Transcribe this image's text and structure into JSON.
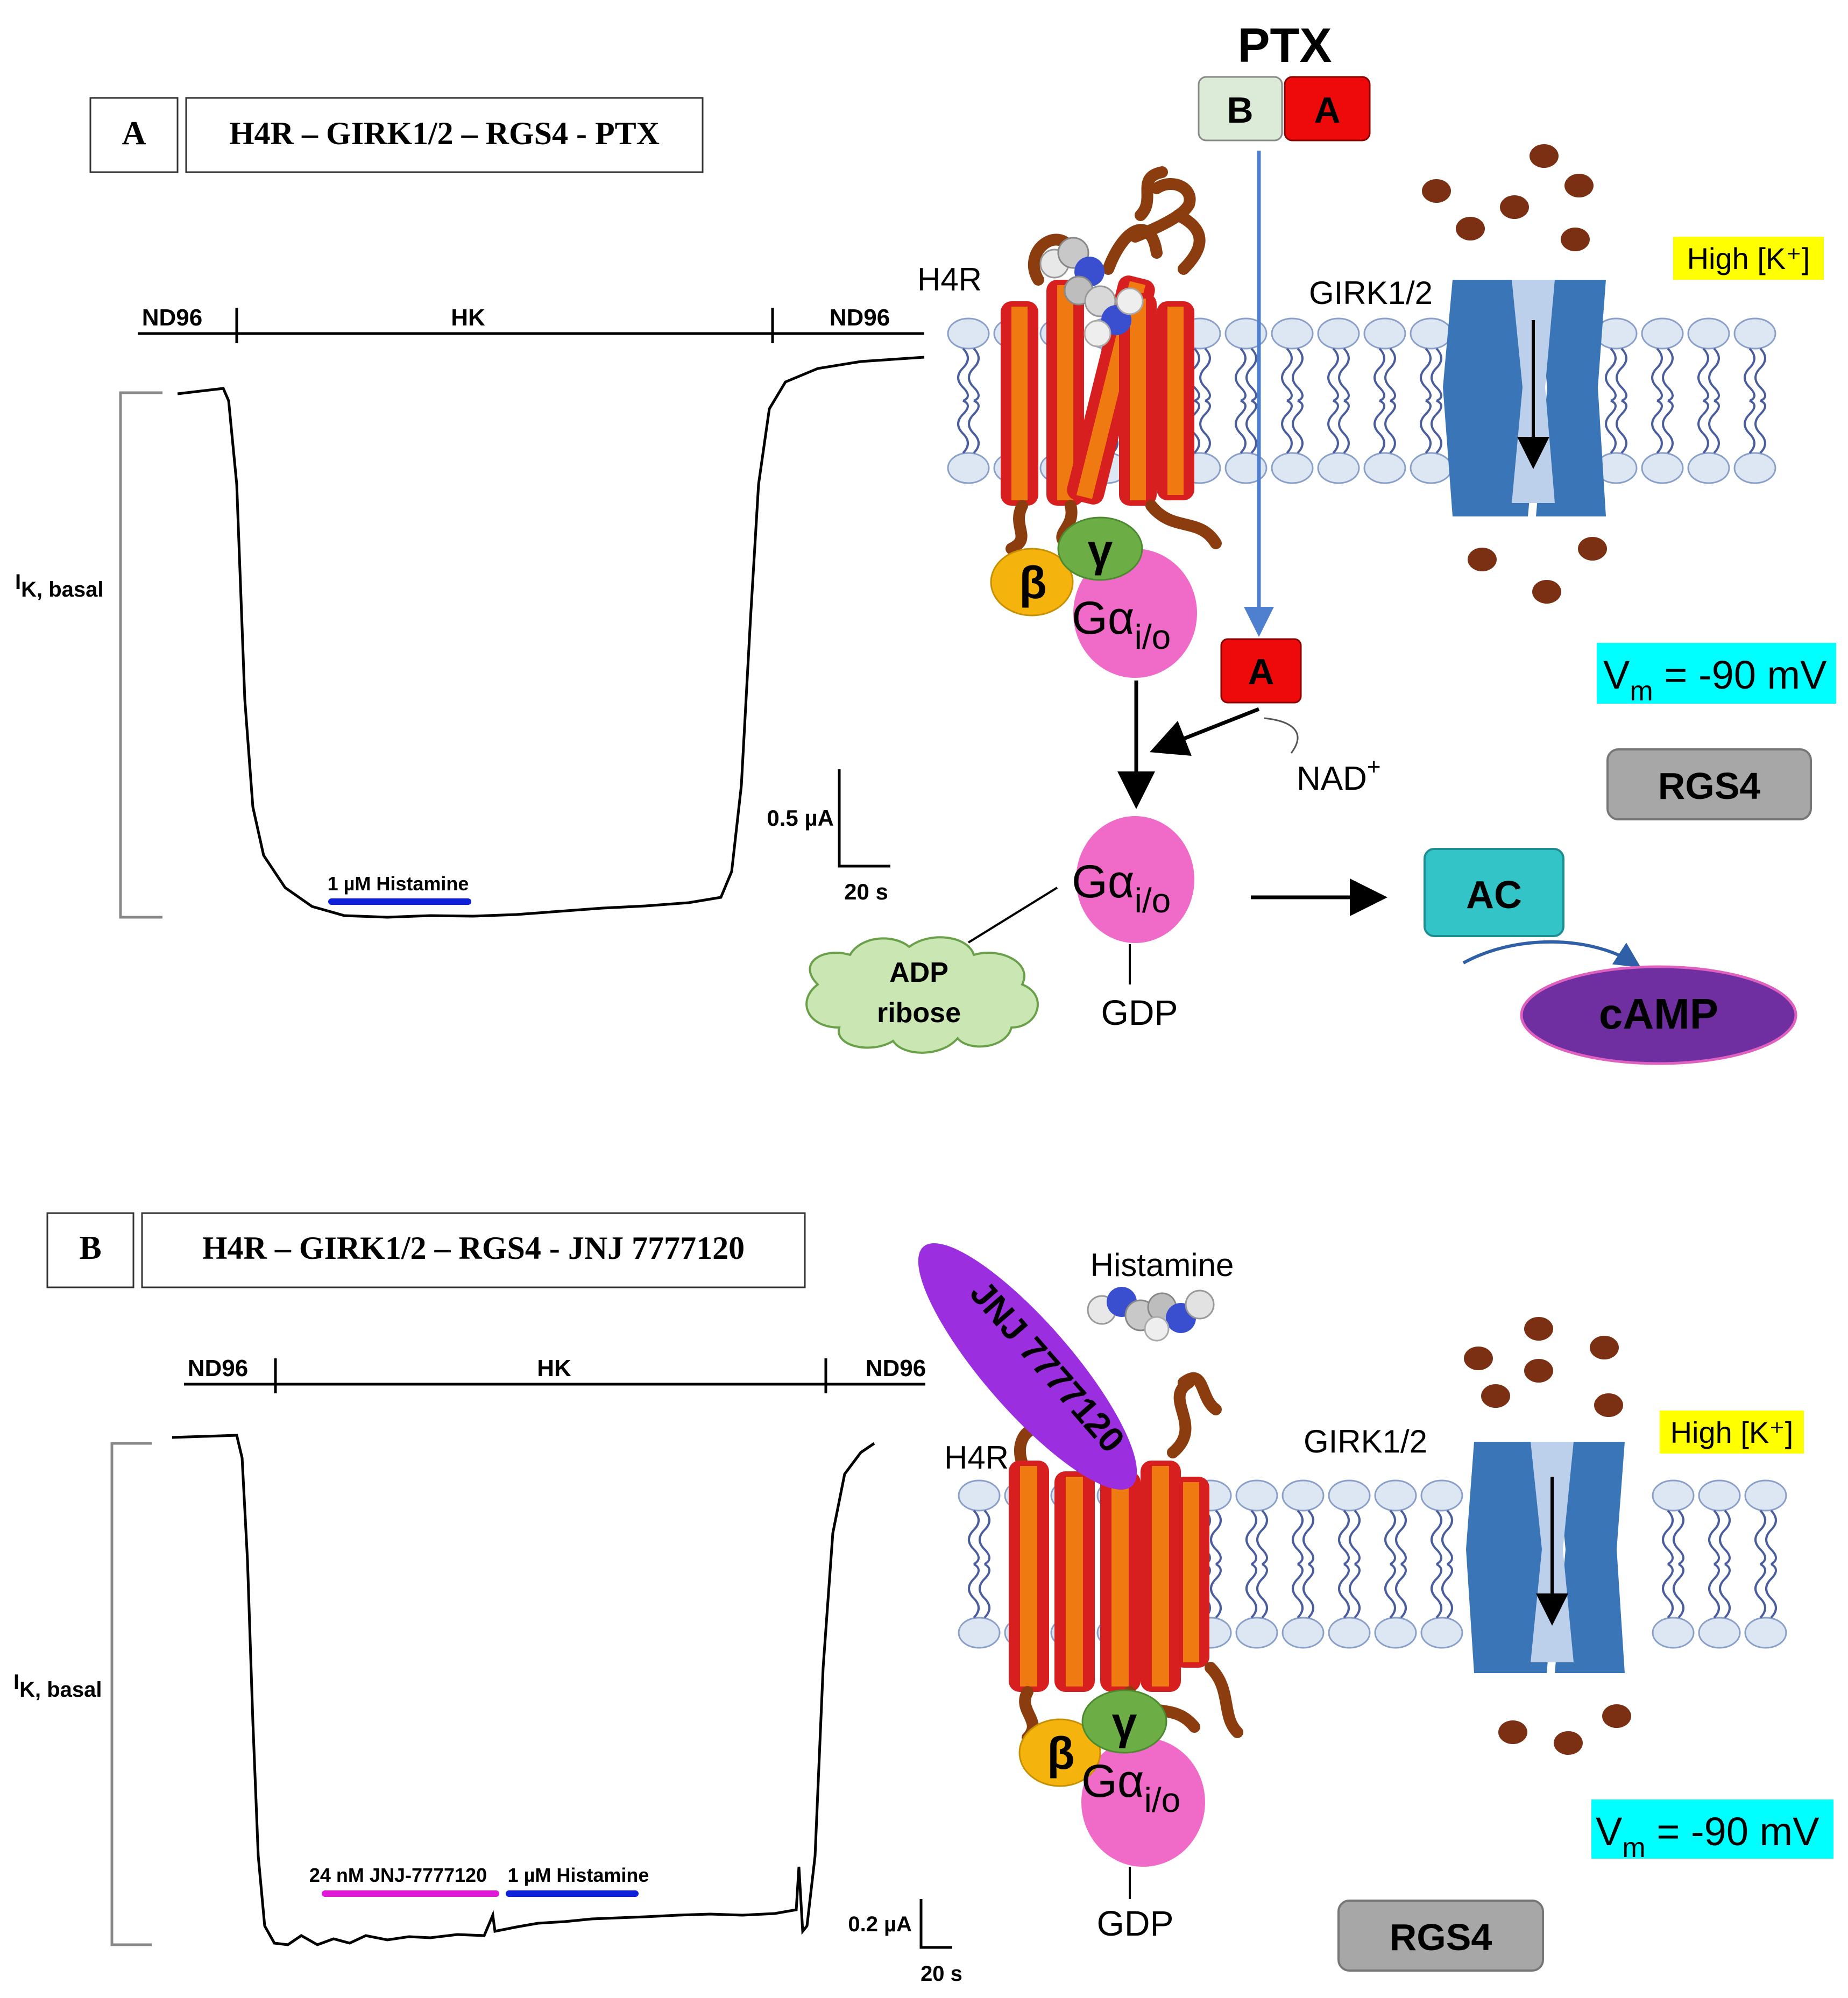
{
  "panel_a": {
    "letter": "A",
    "title": "H4R – GIRK1/2 – RGS4 - PTX",
    "trace": {
      "solutions": [
        "ND96",
        "HK",
        "ND96"
      ],
      "y_label_main": "I",
      "y_label_sub": "K, basal",
      "application": "1 µM Histamine",
      "scale_current": "0.5 µA",
      "scale_time": "20 s"
    },
    "schematic": {
      "toxin": "PTX",
      "toxin_b": "B",
      "toxin_a": "A",
      "receptor": "H4R",
      "channel": "GIRK1/2",
      "k_label": "High [K⁺]",
      "vm_label": "V",
      "vm_sub": "m",
      "vm_value": " = -90 mV",
      "rgs": "RGS4",
      "beta": "β",
      "gamma": "γ",
      "galpha": "Gα",
      "galpha_sub": "i/o",
      "subunit_a": "A",
      "nad": "NAD",
      "nad_sup": "+",
      "adp_line1": "ADP",
      "adp_line2": "ribose",
      "gdp": "GDP",
      "ac": "AC",
      "camp": "cAMP"
    }
  },
  "panel_b": {
    "letter": "B",
    "title": "H4R – GIRK1/2 – RGS4 - JNJ 7777120",
    "trace": {
      "solutions": [
        "ND96",
        "HK",
        "ND96"
      ],
      "y_label_main": "I",
      "y_label_sub": "K, basal",
      "application_1": "24 nM JNJ-7777120",
      "application_2": "1 µM Histamine",
      "scale_current": "0.2 µA",
      "scale_time": "20 s"
    },
    "schematic": {
      "antagonist": "JNJ 7777120",
      "agonist": "Histamine",
      "receptor": "H4R",
      "channel": "GIRK1/2",
      "k_label": "High [K⁺]",
      "vm_label": "V",
      "vm_sub": "m",
      "vm_value": " = -90 mV",
      "rgs": "RGS4",
      "beta": "β",
      "gamma": "γ",
      "galpha": "Gα",
      "galpha_sub": "i/o",
      "gdp": "GDP"
    }
  },
  "colors": {
    "helix_outer": "#d81f1f",
    "helix_inner": "#f07a12",
    "loop": "#8b3d0f",
    "lipid_head": "#dde6f3",
    "lipid_tail": "#4a5d9c",
    "channel": "#3a76b7",
    "channel_pore": "#bcd0ec",
    "potassium": "#7b3014",
    "galpha": "#f06ac8",
    "beta": "#f5b40d",
    "gamma": "#6cad45",
    "ptx_b": "#dcebd7",
    "ptx_a": "#ee0a0a",
    "arrow_blue": "#4f7fcf",
    "ac": "#33c4c7",
    "camp": "#702fa0",
    "rgs": "#a7a7a7",
    "yellow_label": "#ffff00",
    "cyan_label": "#00ffff",
    "antagonist": "#9b2fe0",
    "app_blue": "#1020d8",
    "app_magenta": "#e018d8"
  }
}
